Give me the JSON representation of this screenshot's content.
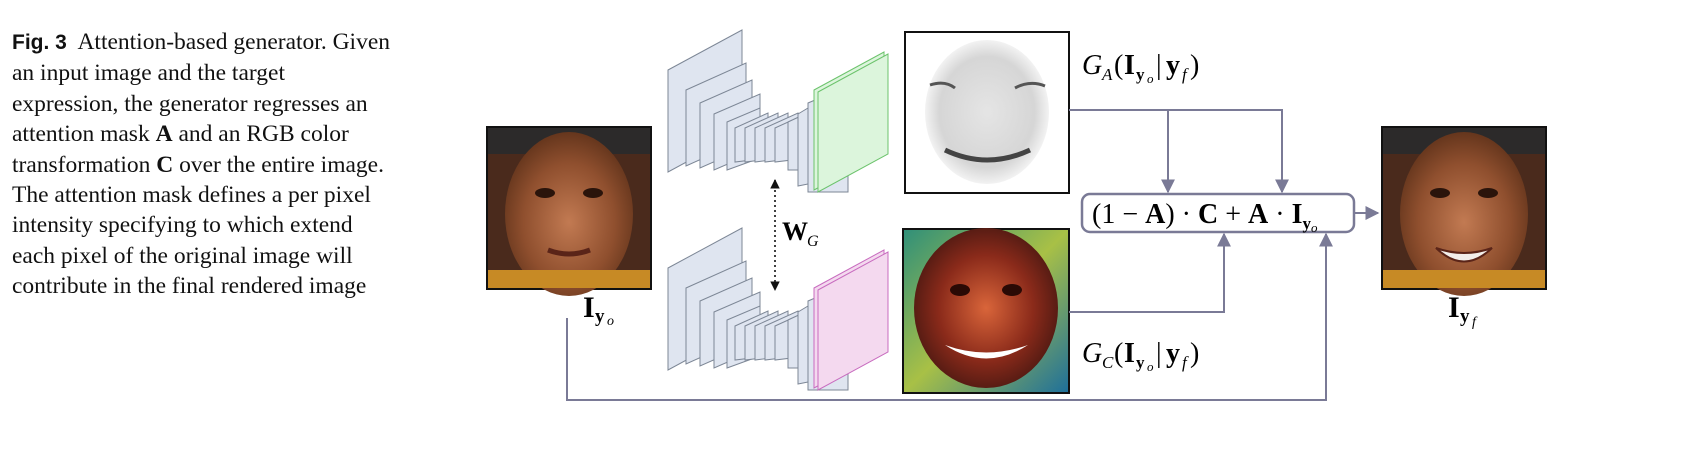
{
  "caption": {
    "label": "Fig. 3",
    "text_1": "Attention-based generator. Given an input image and the target expression, the generator regresses an attention mask",
    "bold_A": "A",
    "text_2": "and an RGB color transformation",
    "bold_C": "C",
    "text_3": "over the entire image. The attention mask defines a per pixel intensity specifying to which extend each pixel of the original image will contribute in the final rendered image"
  },
  "diagram": {
    "input_label": {
      "main": "I",
      "sub1": "y",
      "sub2": "o"
    },
    "output_label": {
      "main": "I",
      "sub1": "y",
      "sub2": "f"
    },
    "shared_weights_label": {
      "main": "W",
      "sub": "G"
    },
    "attention_label": {
      "fn": "G",
      "fn_sub": "A",
      "arg_main": "I",
      "arg_sub1": "y",
      "arg_sub2": "o",
      "sep": "|",
      "cond_main": "y",
      "cond_sub": "f"
    },
    "color_label": {
      "fn": "G",
      "fn_sub": "C",
      "arg_main": "I",
      "arg_sub1": "y",
      "arg_sub2": "o",
      "sep": "|",
      "cond_main": "y",
      "cond_sub": "f"
    },
    "formula": {
      "open": "(1 − ",
      "A1": "A",
      "mid1": ") · ",
      "C": "C",
      "plus": " + ",
      "A2": "A",
      "dot": " · ",
      "I": "I",
      "sub1": "y",
      "sub2": "o"
    }
  },
  "colors": {
    "arrow": "#7a7a96",
    "layer_fill": "#dfe5f0",
    "layer_stroke": "#7d8796",
    "attention_output": "#dcf5dc",
    "attention_output_edge": "#6cc36c",
    "color_output": "#f4d9ef",
    "color_output_edge": "#c86cbf",
    "formula_border": "#7a7a96"
  }
}
